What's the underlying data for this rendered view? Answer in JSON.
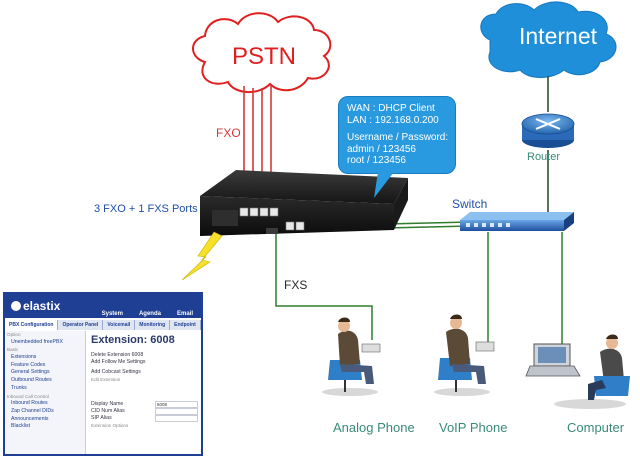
{
  "pstn": {
    "label": "PSTN"
  },
  "internet": {
    "label": "Internet"
  },
  "router": {
    "label": "Router"
  },
  "switch": {
    "label": "Switch"
  },
  "fxo": {
    "label": "FXO"
  },
  "fxs": {
    "label": "FXS"
  },
  "ports": {
    "label": "3 FXO + 1 FXS Ports"
  },
  "bubble": {
    "lines": [
      "WAN : DHCP Client",
      "LAN : 192.168.0.200",
      "",
      "Username / Password:",
      "admin    /  123456",
      "root  /  123456"
    ]
  },
  "devices": {
    "analog_phone": "Analog Phone",
    "voip_phone": "VoIP Phone",
    "computer": "Computer"
  },
  "colors": {
    "cloud_stroke": "#e02020",
    "cloud_text": "#e02020",
    "internet_fill": "#1e8fd8",
    "line_red": "#d23a3a",
    "line_green": "#2f7d2f",
    "label_blue": "#1f4fa8",
    "label_green": "#3a8a7a"
  },
  "elastix": {
    "brand": "elastix",
    "menu": [
      "System",
      "Agenda",
      "Email"
    ],
    "tabs": [
      "PBX Configuration",
      "Operator Panel",
      "Voicemail",
      "Monitoring",
      "Endpoint"
    ],
    "sidebar": [
      {
        "text": "Option",
        "header": true
      },
      {
        "text": "Unembedded freePBX",
        "header": false
      },
      {
        "text": "Basic",
        "header": true
      },
      {
        "text": "Extensions",
        "header": false
      },
      {
        "text": "Feature Codes",
        "header": false
      },
      {
        "text": "General Settings",
        "header": false
      },
      {
        "text": "Outbound Routes",
        "header": false
      },
      {
        "text": "Trunks",
        "header": false
      },
      {
        "text": "Inbound Call Control",
        "header": true
      },
      {
        "text": "Inbound Routes",
        "header": false
      },
      {
        "text": "Zap Channel DIDs",
        "header": false
      },
      {
        "text": "Announcements",
        "header": false
      },
      {
        "text": "Blacklist",
        "header": false
      }
    ],
    "ext_title": "Extension: 6008",
    "actions": [
      "Delete Extension 6008",
      "Add Follow Me Settings"
    ],
    "callcast": "Add Cobcast Settings",
    "edit": "Edit Extension",
    "fields": [
      {
        "label": "Display Name",
        "value": "6008"
      },
      {
        "label": "CID Num Alias",
        "value": ""
      },
      {
        "label": "SIP Alias",
        "value": ""
      }
    ],
    "ext_options": "Extension Options"
  }
}
